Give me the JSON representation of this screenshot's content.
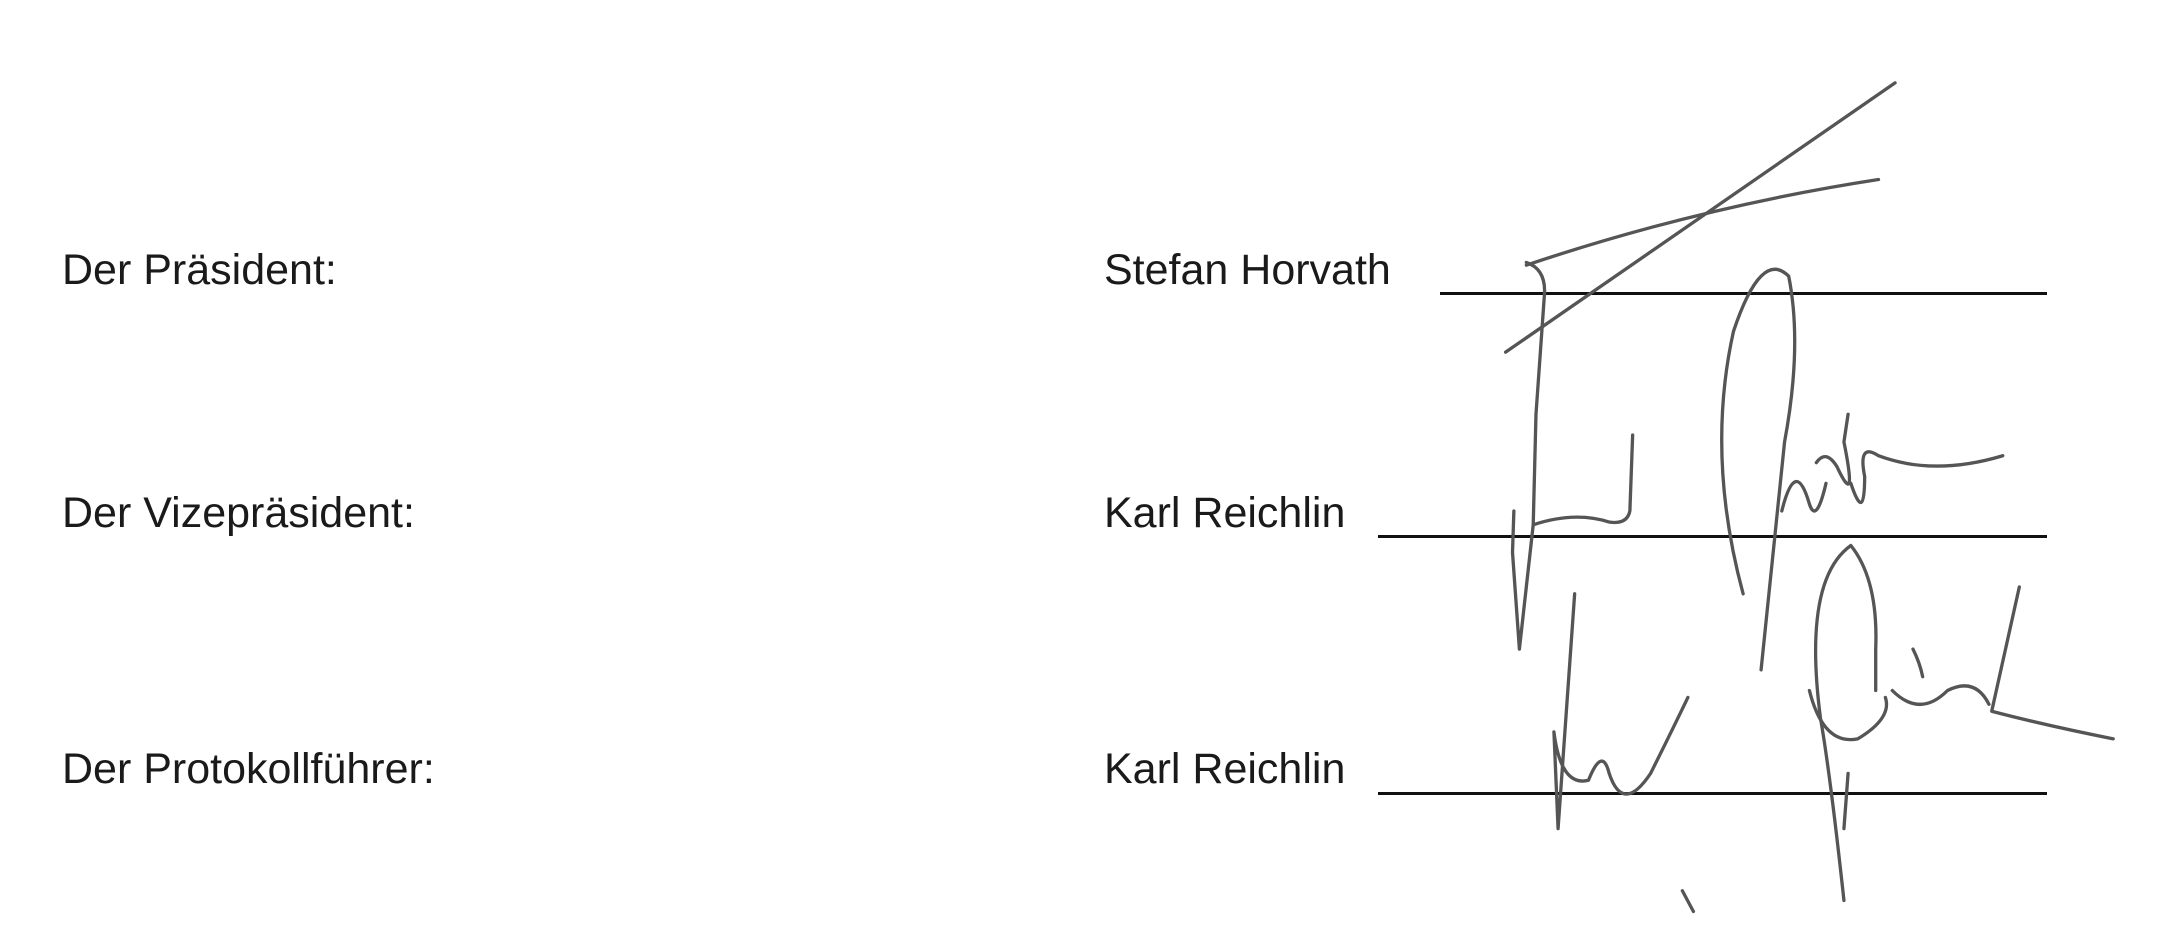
{
  "rows": [
    {
      "role": "Der Präsident:",
      "name": "Stefan Horvath"
    },
    {
      "role": "Der Vizepräsident:",
      "name": "Karl Reichlin"
    },
    {
      "role": "Der Protokollführer:",
      "name": "Karl Reichlin"
    }
  ],
  "colors": {
    "text": "#1a1a1a",
    "signature_ink": "#555555"
  }
}
